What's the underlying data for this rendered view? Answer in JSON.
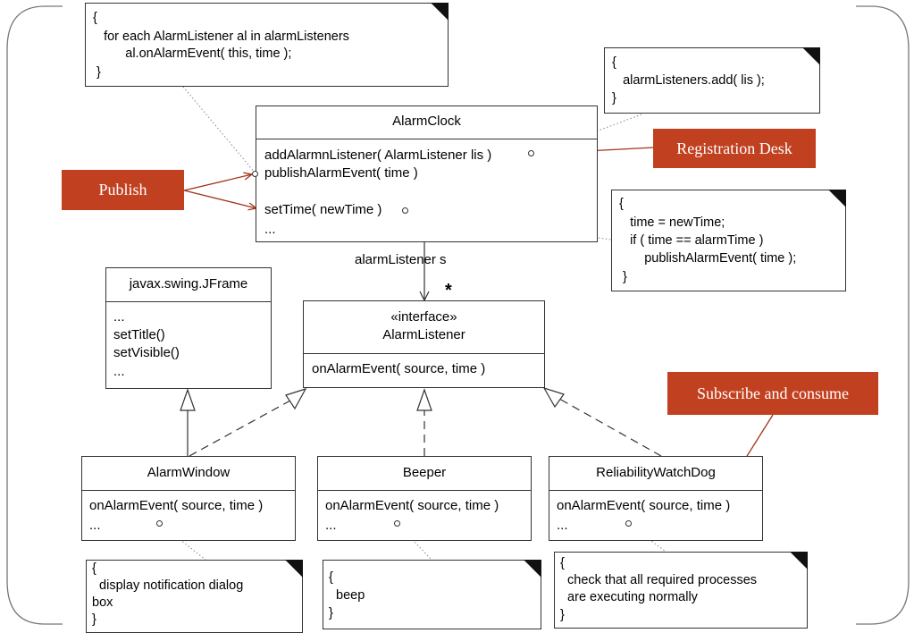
{
  "colors": {
    "callout_bg": "#c1401f",
    "callout_text": "#ffffff",
    "line": "#333333",
    "arrow": "#a0341a"
  },
  "notes": {
    "publish_loop": [
      "{",
      "   for each AlarmListener al in alarmListeners",
      "         al.onAlarmEvent( this, time );",
      " }"
    ],
    "add_listener": [
      "{",
      "   alarmListeners.add( lis );",
      "}"
    ],
    "set_time": [
      "{",
      "   time = newTime;",
      "   if ( time == alarmTime )",
      "       publishAlarmEvent( time );",
      " }"
    ],
    "window_note": [
      "{",
      "  display notification dialog",
      "box",
      "}"
    ],
    "beeper_note": [
      "{",
      "  beep",
      "}"
    ],
    "watchdog_note": [
      "{",
      "  check that all required processes",
      "  are executing normally",
      "}"
    ]
  },
  "alarm_clock": {
    "name": "AlarmClock",
    "method_add": "addAlarmnListener( AlarmListener lis )",
    "method_publish": "publishAlarmEvent( time )",
    "method_settime": "setTime( newTime )",
    "more": "..."
  },
  "association": {
    "role": "alarmListener s",
    "multiplicity": "*"
  },
  "jframe": {
    "name": "javax.swing.JFrame",
    "ops": [
      "...",
      "setTitle()",
      "setVisible()",
      "..."
    ]
  },
  "listener": {
    "stereotype": "«interface»",
    "name": "AlarmListener",
    "op": "onAlarmEvent( source, time )"
  },
  "alarm_window": {
    "name": "AlarmWindow",
    "op": "onAlarmEvent( source, time )",
    "more": "..."
  },
  "beeper": {
    "name": "Beeper",
    "op": "onAlarmEvent( source, time )",
    "more": "..."
  },
  "watchdog": {
    "name": "ReliabilityWatchDog",
    "op": "onAlarmEvent( source, time )",
    "more": "..."
  },
  "callouts": {
    "publish": "Publish",
    "registration": "Registration Desk",
    "subscribe": "Subscribe and consume"
  }
}
